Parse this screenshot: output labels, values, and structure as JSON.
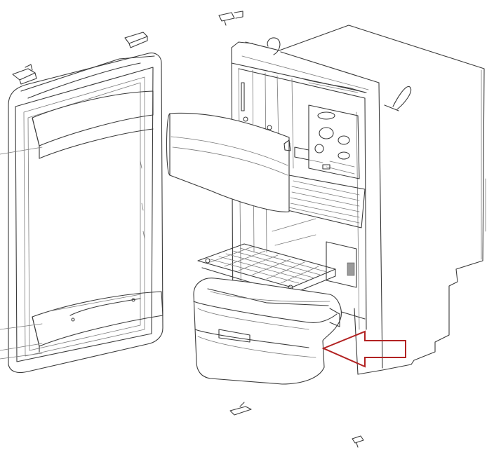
{
  "diagram": {
    "type": "exploded-parts-drawing",
    "parts": [
      {
        "id": "door",
        "icon": "refrigerator-door-icon"
      },
      {
        "id": "cabinet",
        "icon": "refrigerator-cabinet-icon"
      },
      {
        "id": "freezer-flap",
        "icon": "freezer-flap-icon"
      },
      {
        "id": "wire-shelf-upper",
        "icon": "wire-shelf-icon"
      },
      {
        "id": "wire-shelf-lower",
        "icon": "wire-shelf-icon"
      },
      {
        "id": "crisper-drawer",
        "icon": "crisper-drawer-icon"
      },
      {
        "id": "hinge-top",
        "icon": "hinge-icon"
      },
      {
        "id": "hinge-bottom",
        "icon": "hinge-icon"
      },
      {
        "id": "door-latch",
        "icon": "latch-icon"
      },
      {
        "id": "door-clip",
        "icon": "clip-icon"
      }
    ],
    "highlight": {
      "target": "crisper-drawer",
      "color": "#b22222",
      "icon": "arrow-left-icon"
    },
    "line_color": "#3a3a3a"
  }
}
